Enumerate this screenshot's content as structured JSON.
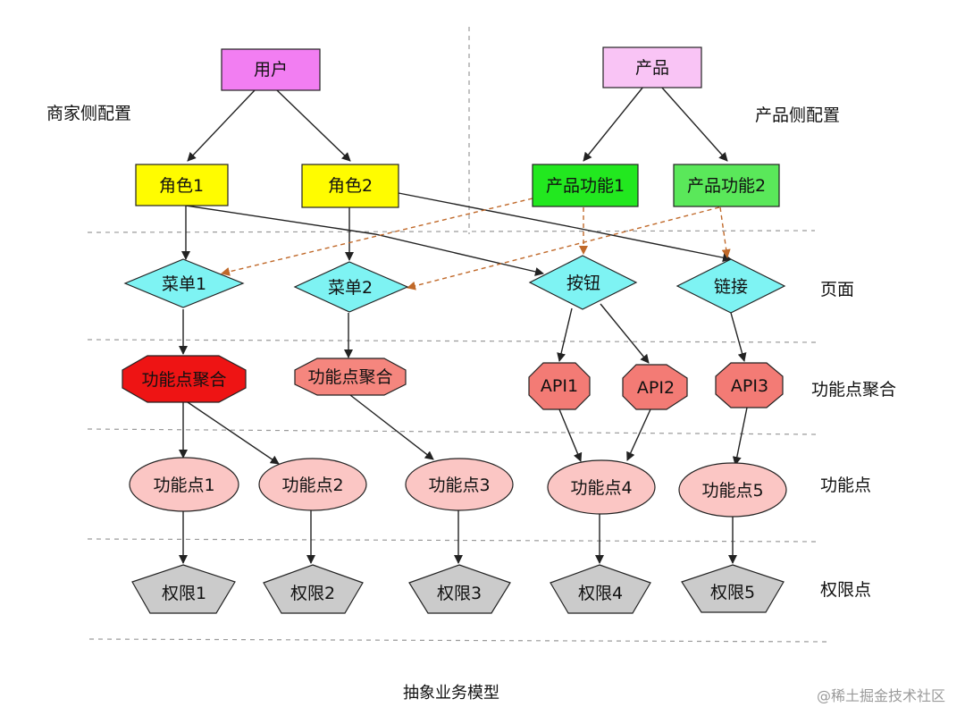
{
  "sections": {
    "merchant_config": "商家侧配置",
    "product_config": "产品侧配置"
  },
  "layers": {
    "page": "页面",
    "function_aggregate": "功能点聚合",
    "function_point": "功能点",
    "permission_point": "权限点"
  },
  "nodes": {
    "user": "用户",
    "product": "产品",
    "role1": "角色1",
    "role2": "角色2",
    "feature1": "产品功能1",
    "feature2": "产品功能2",
    "menu1": "菜单1",
    "menu2": "菜单2",
    "button": "按钮",
    "link": "链接",
    "agg1": "功能点聚合",
    "agg2": "功能点聚合",
    "api1": "API1",
    "api2": "API2",
    "api3": "API3",
    "fp1": "功能点1",
    "fp2": "功能点2",
    "fp3": "功能点3",
    "fp4": "功能点4",
    "fp5": "功能点5",
    "perm1": "权限1",
    "perm2": "权限2",
    "perm3": "权限3",
    "perm4": "权限4",
    "perm5": "权限5"
  },
  "caption": "抽象业务模型",
  "watermark": "@稀土掘金技术社区",
  "colors": {
    "user_fill": "#f27ef2",
    "product_fill": "#f9c4f5",
    "role_fill": "#fffc00",
    "feature1_fill": "#22e81f",
    "feature2_fill": "#5ae85a",
    "page_fill": "#7ef3f3",
    "agg_strong_fill": "#ee1414",
    "agg_soft_fill": "#f5867e",
    "api_fill": "#f37b75",
    "function_point_fill": "#fbc6c4",
    "permission_fill": "#cbcbcb",
    "dashed_link": "#c0692a"
  }
}
